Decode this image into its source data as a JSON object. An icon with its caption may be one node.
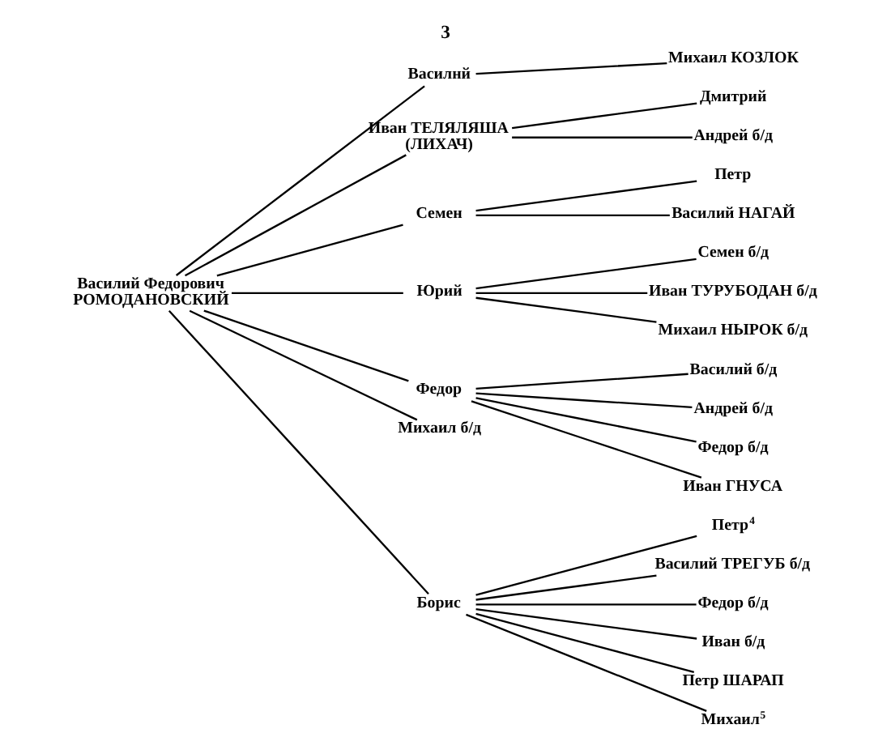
{
  "diagram": {
    "title": "3",
    "nodes": [
      {
        "text": [
          "Василий Федорович РОМОДАНОВСКИЙ"
        ]
      },
      {
        "text": [
          "Василнй"
        ]
      },
      {
        "text": [
          "Михаил КОЗЛОК"
        ]
      },
      {
        "text": [
          "Иван ТЕЛЯЛЯША (ЛИХАЧ)"
        ]
      },
      {
        "text": [
          "Дмитрий"
        ]
      },
      {
        "text": [
          "Андрей б/д"
        ]
      },
      {
        "text": [
          "Семен"
        ]
      },
      {
        "text": [
          "Петр"
        ]
      },
      {
        "text": [
          "Василий НАГАЙ"
        ]
      },
      {
        "text": [
          "Юрий"
        ]
      },
      {
        "text": [
          "Семен б/д"
        ]
      },
      {
        "text": [
          "Иван ТУРУБОДАН б/д"
        ]
      },
      {
        "text": [
          "Михаил НЫРОК б/д"
        ]
      },
      {
        "text": [
          "Федор"
        ]
      },
      {
        "text": [
          "Василий б/д"
        ]
      },
      {
        "text": [
          "Андрей б/д"
        ]
      },
      {
        "text": [
          "Федор б/д"
        ]
      },
      {
        "text": [
          "Иван ГНУСА"
        ]
      },
      {
        "text": [
          "Михаил б/д"
        ]
      },
      {
        "text": [
          "Борис"
        ]
      },
      {
        "text": [
          "Петр$^{4}$"
        ]
      },
      {
        "text": [
          "Василий ТРЕГУБ б/д"
        ]
      },
      {
        "text": [
          "Федор б/д"
        ]
      },
      {
        "text": [
          "Иван б/д"
        ]
      },
      {
        "text": [
          "Петр ШАРАП"
        ]
      },
      {
        "text": [
          "Михаил$^{5}$"
        ]
      }
    ],
    "edges": [
      {
        "from": 0,
        "to": 1,
        "arrow": "none"
      },
      {
        "from": 1,
        "to": 2,
        "arrow": "none"
      },
      {
        "from": 0,
        "to": 3,
        "arrow": "none"
      },
      {
        "from": 3,
        "to": 4,
        "arrow": "none"
      },
      {
        "from": 3,
        "to": 5,
        "arrow": "none"
      },
      {
        "from": 0,
        "to": 6,
        "arrow": "none"
      },
      {
        "from": 6,
        "to": 7,
        "arrow": "none"
      },
      {
        "from": 6,
        "to": 8,
        "arrow": "none"
      },
      {
        "from": 0,
        "to": 9,
        "arrow": "none"
      },
      {
        "from": 9,
        "to": 10,
        "arrow": "none"
      },
      {
        "from": 9,
        "to": 11,
        "arrow": "none"
      },
      {
        "from": 9,
        "to": 12,
        "arrow": "none"
      },
      {
        "from": 0,
        "to": 13,
        "arrow": "none"
      },
      {
        "from": 13,
        "to": 14,
        "arrow": "none"
      },
      {
        "from": 13,
        "to": 15,
        "arrow": "none"
      },
      {
        "from": 13,
        "to": 16,
        "arrow": "none"
      },
      {
        "from": 13,
        "to": 17,
        "arrow": "none"
      },
      {
        "from": 0,
        "to": 18,
        "arrow": "none"
      },
      {
        "from": 0,
        "to": 19,
        "arrow": "none"
      },
      {
        "from": 19,
        "to": 20,
        "arrow": "none"
      },
      {
        "from": 19,
        "to": 21,
        "arrow": "none"
      },
      {
        "from": 19,
        "to": 22,
        "arrow": "none"
      },
      {
        "from": 19,
        "to": 23,
        "arrow": "none"
      },
      {
        "from": 19,
        "to": 24,
        "arrow": "none"
      },
      {
        "from": 19,
        "to": 25,
        "arrow": "none"
      }
    ]
  }
}
